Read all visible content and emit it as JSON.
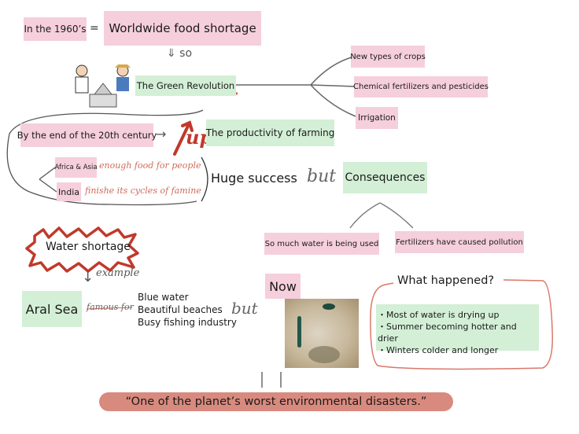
{
  "top": {
    "era": "In the 1960’s",
    "equals": "=",
    "problem": "Worldwide food shortage",
    "so": "⇓ so"
  },
  "green_revolution": {
    "title": "The Green Revolution",
    "branches": [
      "New types of crops",
      "Chemical fertilizers and pesticides",
      "Irrigation"
    ]
  },
  "results": {
    "period": "By the end of the 20th century",
    "arrow": "→",
    "up": "up",
    "productivity": "The productivity of farming",
    "africa_asia": "Africa & Asia",
    "africa_asia_note": "enough food for people",
    "india": "India",
    "india_note": "finishe its cycles of famine",
    "huge_success": "Huge success",
    "but": "but",
    "consequences": "Consequences",
    "consequence_items": [
      "So much water is being used",
      "Fertilizers have caused pollution"
    ]
  },
  "water": {
    "title": "Water shortage",
    "example": "example",
    "example_arrow": "↓",
    "aral_sea": "Aral Sea",
    "famous_for": "famous for",
    "features": [
      "Blue water",
      "Beautiful beaches",
      "Busy fishing industry"
    ],
    "but": "but",
    "now": "Now",
    "what_happened": "What happened?",
    "happenings": [
      "・Most of water is drying up",
      "・Summer becoming hotter and drier",
      "・Winters colder and longer"
    ],
    "quote": "“One of the planet’s worst environmental disasters.”"
  },
  "colors": {
    "pink": "#f6cfdc",
    "green": "#d3efd6",
    "red": "#c0392b",
    "quote_bg": "#d98a7e"
  }
}
